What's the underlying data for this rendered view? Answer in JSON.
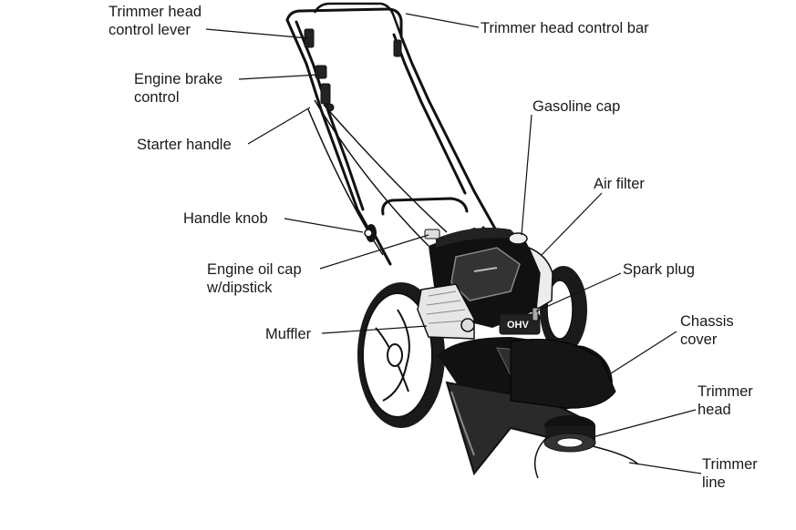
{
  "labels": {
    "trimmer_head_control_lever": "Trimmer head\ncontrol lever",
    "trimmer_head_control_bar": "Trimmer head control bar",
    "engine_brake_control": "Engine brake\ncontrol",
    "starter_handle": "Starter handle",
    "gasoline_cap": "Gasoline cap",
    "air_filter": "Air filter",
    "handle_knob": "Handle knob",
    "engine_oil_cap": "Engine oil cap\nw/dipstick",
    "spark_plug": "Spark plug",
    "muffler": "Muffler",
    "chassis_cover": "Chassis\ncover",
    "trimmer_head": "Trimmer\nhead",
    "trimmer_line": "Trimmer\nline"
  },
  "engine_badge": "OHV"
}
